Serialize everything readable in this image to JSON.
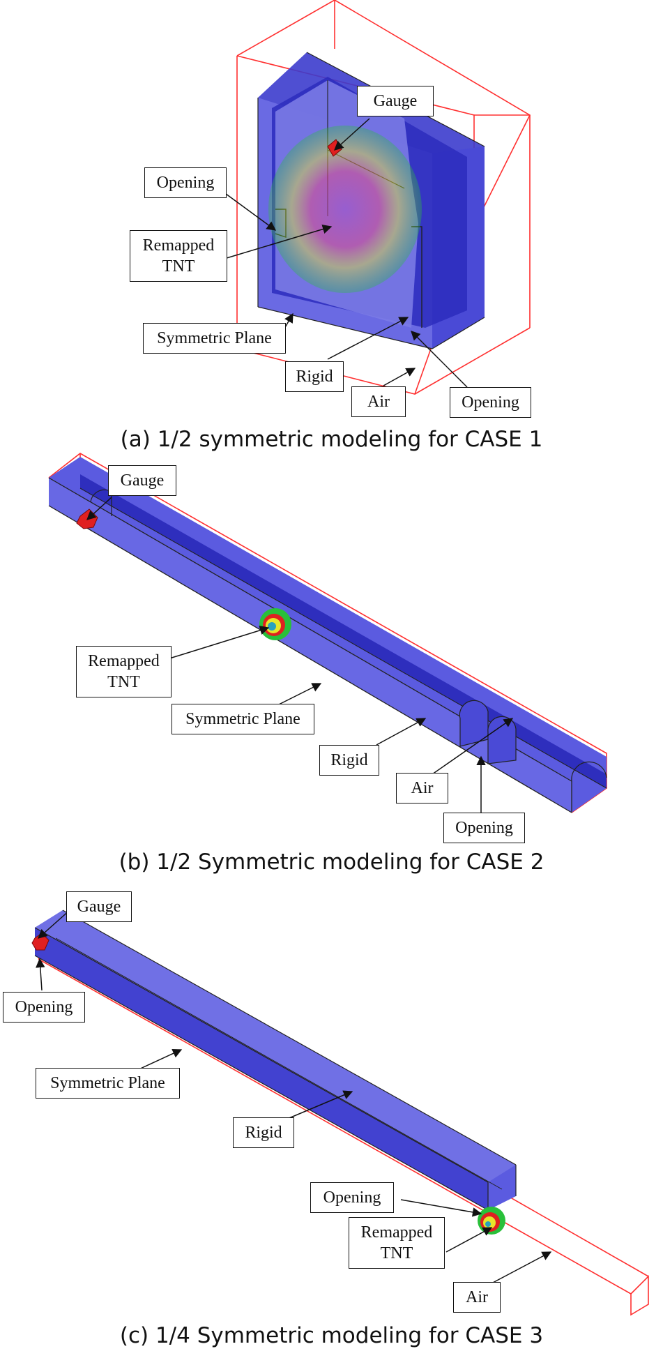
{
  "colors": {
    "body": "#5b5be0",
    "body_dark": "#3434c8",
    "body_light": "#8585ea",
    "air_box": "#ff3030",
    "gauge": "#e02020",
    "tnt": [
      "#29c03a",
      "#e6e62b",
      "#e02020",
      "#b44cc0"
    ]
  },
  "panel_a": {
    "caption": "(a) 1/2 symmetric modeling for CASE 1",
    "labels": {
      "gauge": "Gauge",
      "opening_left": "Opening",
      "remapped_tnt": "Remapped\nTNT",
      "symmetric_plane": "Symmetric Plane",
      "rigid": "Rigid",
      "air": "Air",
      "opening_right": "Opening"
    }
  },
  "panel_b": {
    "caption": "(b) 1/2 Symmetric modeling for CASE 2",
    "labels": {
      "gauge": "Gauge",
      "remapped_tnt": "Remapped\nTNT",
      "symmetric_plane": "Symmetric Plane",
      "rigid": "Rigid",
      "air": "Air",
      "opening": "Opening"
    }
  },
  "panel_c": {
    "caption": "(c) 1/4 Symmetric modeling for CASE 3",
    "labels": {
      "gauge": "Gauge",
      "opening_top": "Opening",
      "symmetric_plane": "Symmetric Plane",
      "rigid": "Rigid",
      "opening_bottom": "Opening",
      "remapped_tnt": "Remapped\nTNT",
      "air": "Air"
    }
  }
}
